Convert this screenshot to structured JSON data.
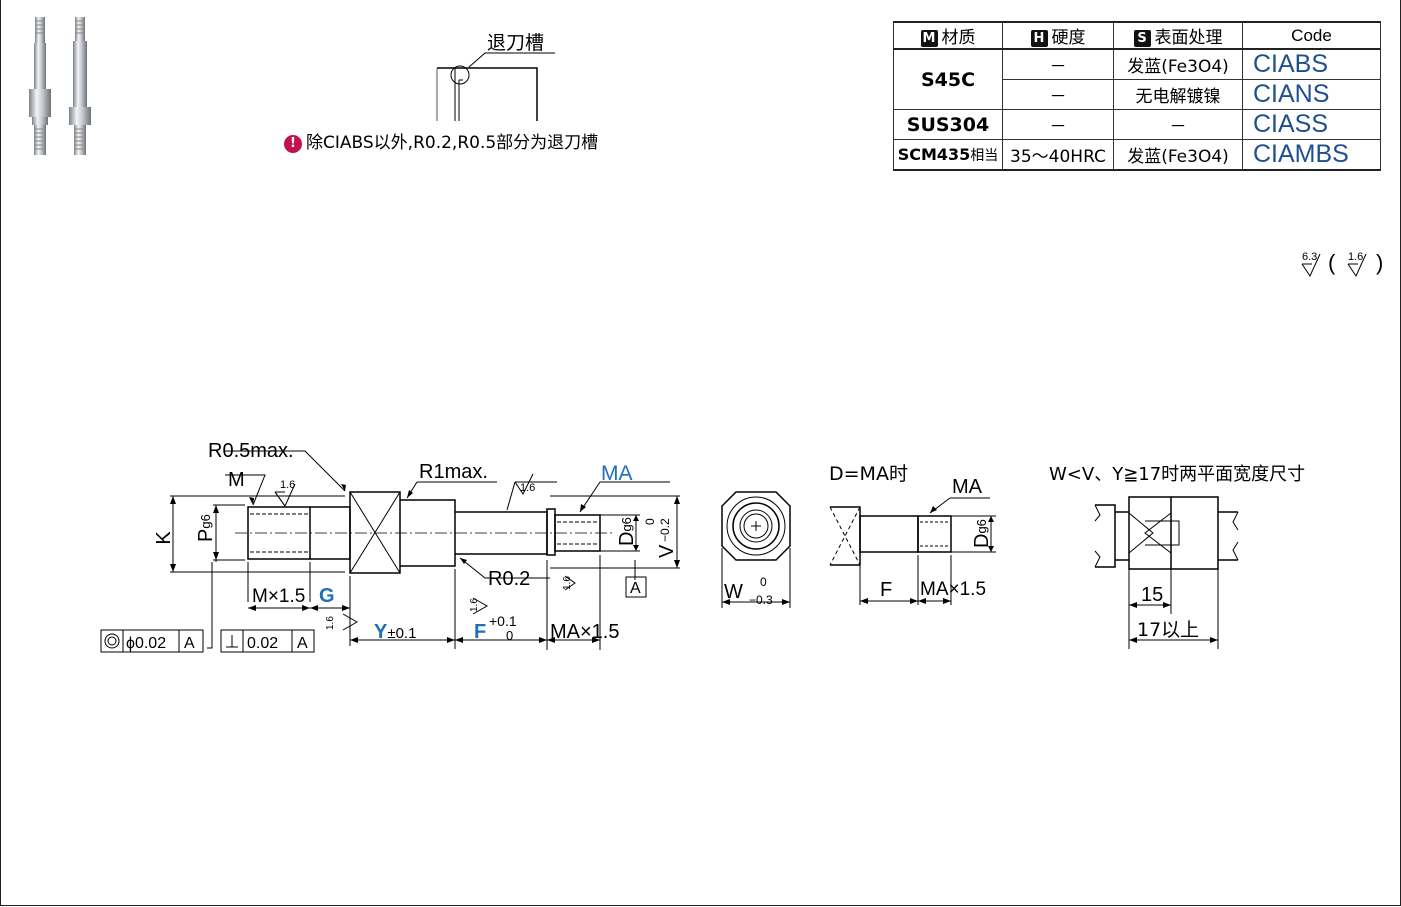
{
  "table": {
    "headers": [
      {
        "badge": "M",
        "label": "材质"
      },
      {
        "badge": "H",
        "label": "硬度"
      },
      {
        "badge": "S",
        "label": "表面处理"
      },
      {
        "badge": "",
        "label": "Code"
      }
    ],
    "rows": [
      {
        "material": "S45C",
        "hardness": "－",
        "surface": "发蓝(Fe3O4)",
        "code": "CIABS"
      },
      {
        "material": "",
        "hardness": "－",
        "surface": "无电解镀镍",
        "code": "CIANS"
      },
      {
        "material": "SUS304",
        "hardness": "－",
        "surface": "－",
        "code": "CIASS"
      },
      {
        "material": "SCM435",
        "material_suffix": "相当",
        "hardness": "35～40HRC",
        "surface": "发蓝(Fe3O4)",
        "code": "CIAMBS"
      }
    ]
  },
  "groove": {
    "label": "退刀槽",
    "note": "除CIABS以外,R0.2,R0.5部分为退刀槽",
    "note_icon": "warning-icon"
  },
  "roughness": {
    "main": "6.3",
    "sub": "1.6"
  },
  "main_drawing": {
    "r05": "R0.5max.",
    "m": "M",
    "r1": "R1max.",
    "ma": "MA",
    "rough_16": "1.6",
    "k": "K",
    "p": "P",
    "p_tol": "g6",
    "d": "D",
    "d_tol": "g6",
    "v": "V",
    "v_tol_up": "0",
    "v_tol_low": "−0.2",
    "r02": "R0.2",
    "datum": "A",
    "mx": "M×1.5",
    "g": "G",
    "y": "Y",
    "y_tol": "±0.1",
    "f": "F",
    "f_tol_up": "+0.1",
    "f_tol_low": "0",
    "ma15": "MA×1.5",
    "conc_val": "ϕ0.02",
    "perp_val": "0.02"
  },
  "end_view": {
    "w": "W",
    "w_tol_up": "0",
    "w_tol_low": "−0.3"
  },
  "dma_view": {
    "title": "D=MA时",
    "ma": "MA",
    "d": "D",
    "d_tol": "g6",
    "f": "F",
    "ma15": "MA×1.5"
  },
  "flat_view": {
    "title": "W<V、Y≧17时两平面宽度尺寸",
    "dim15": "15",
    "dim17": "17以上"
  },
  "colors": {
    "accent": "#1f6fb8",
    "code": "#1f4f8f",
    "warning": "#c4124d"
  }
}
